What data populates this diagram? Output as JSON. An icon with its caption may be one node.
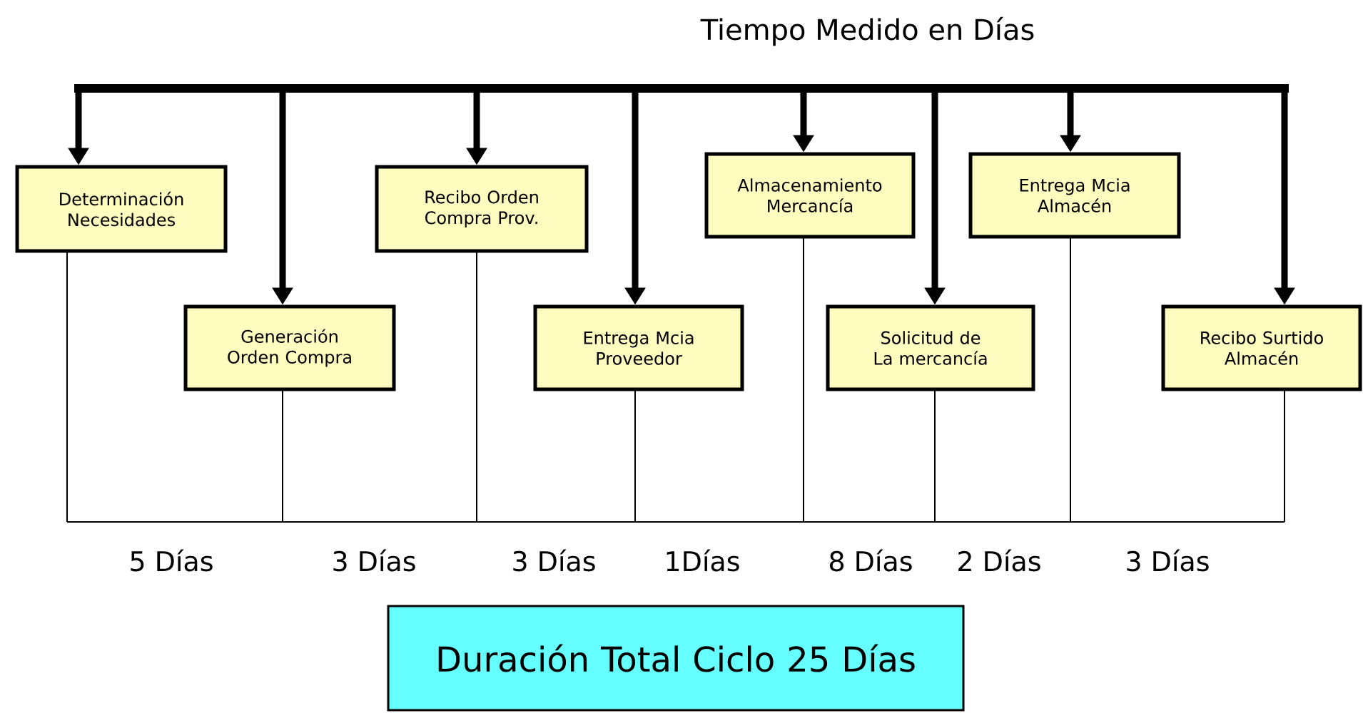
{
  "diagram": {
    "title": "Tiempo Medido en Días",
    "nodes": [
      {
        "text": [
          "Determinación Necesidades"
        ]
      },
      {
        "text": [
          "Generación Orden Compra"
        ]
      },
      {
        "text": [
          "Recibo Orden Compra Prov."
        ]
      },
      {
        "text": [
          "Entrega Mcia Proveedor"
        ]
      },
      {
        "text": [
          "Almacenamiento Mercancía"
        ]
      },
      {
        "text": [
          "Solicitud de La mercancía"
        ]
      },
      {
        "text": [
          "Entrega Mcia Almacén"
        ]
      },
      {
        "text": [
          "Recibo Surtido Almacén"
        ]
      },
      {
        "text": [
          "Duración Total Ciclo 25 Días"
        ]
      }
    ],
    "edges": [
      {
        "from": null,
        "to": 0,
        "arrow": "to"
      },
      {
        "from": null,
        "to": 1,
        "arrow": "to"
      },
      {
        "from": null,
        "to": 2,
        "arrow": "to"
      },
      {
        "from": null,
        "to": 3,
        "arrow": "to"
      },
      {
        "from": null,
        "to": 4,
        "arrow": "to"
      },
      {
        "from": null,
        "to": 5,
        "arrow": "to"
      },
      {
        "from": null,
        "to": 6,
        "arrow": "to"
      },
      {
        "from": null,
        "to": 7,
        "arrow": "to"
      }
    ],
    "labels": [
      "5 Días",
      "3 Días",
      "3 Días",
      "1Días",
      "8 Días",
      "2 Días",
      "3 Días"
    ]
  }
}
